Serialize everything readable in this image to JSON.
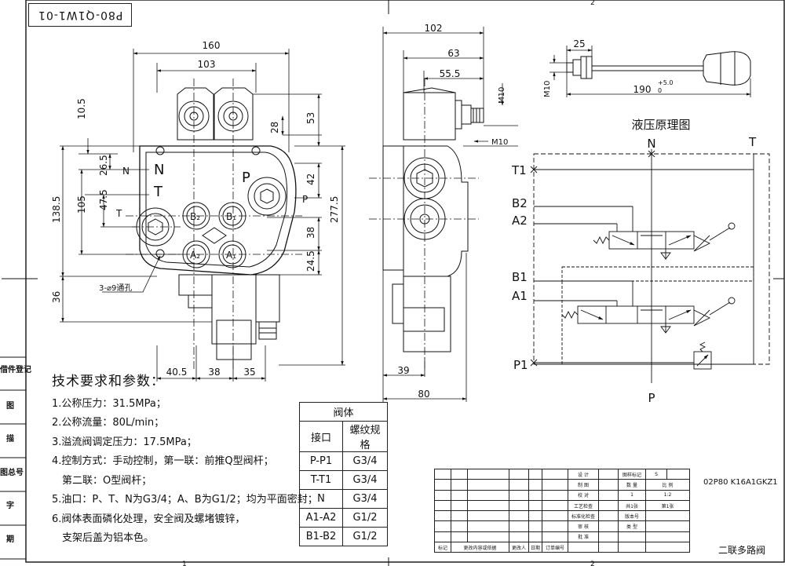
{
  "stamp": "P80-Q1W1-01",
  "front_view": {
    "dims": {
      "d160": "160",
      "d103": "103",
      "d10_5": "10.5",
      "d53": "53",
      "d28": "28",
      "d26_5": "26.5",
      "d42": "42",
      "d47_5": "47.5",
      "d105": "105",
      "d138_5": "138.5",
      "d277_5": "277.5",
      "d38": "38",
      "d24_5": "24.5",
      "d36": "36",
      "d40_5": "40.5",
      "d38b": "38",
      "d35": "35"
    },
    "ports": {
      "N": "N",
      "T": "T",
      "P": "P",
      "B2": "B₂",
      "B1": "B₁",
      "A2": "A₂",
      "A1": "A₁",
      "N_side": "N",
      "T_side": "T",
      "P_side": "P"
    },
    "holes_note": "3-⌀9通孔"
  },
  "side_view": {
    "dims": {
      "d102": "102",
      "d63": "63",
      "d55_5": "55.5",
      "m10a": "M10",
      "m10b": "M10",
      "d39": "39",
      "d80": "80"
    }
  },
  "handle": {
    "d25": "25",
    "m10": "M10",
    "d190": "190",
    "tol_up": "+5.0",
    "tol_dn": "0"
  },
  "schematic": {
    "title": "液压原理图",
    "labels": {
      "N": "N",
      "T": "T",
      "T1": "T1",
      "B2": "B2",
      "A2": "A2",
      "B1": "B1",
      "A1": "A1",
      "P1": "P1",
      "P": "P"
    }
  },
  "tech": {
    "heading": "技术要求和参数：",
    "items": [
      "1.公称压力：31.5MPa；",
      "2.公称流量：80L/min；",
      "3.溢流阀调定压力：17.5MPa；",
      "4.控制方式：手动控制，第一联：前推Q型阀杆；",
      "　第二联：O型阀杆；",
      "5.油口：P、T、N为G3/4；A、B为G1/2；均为平面密封；",
      "6.阀体表面磷化处理，安全阀及螺堵镀锌，",
      "　支架后盖为铝本色。"
    ]
  },
  "ports_table": {
    "title": "阀体",
    "col1": "接口",
    "col2": "螺纹规格",
    "rows": [
      [
        "P-P1",
        "G3/4"
      ],
      [
        "T-T1",
        "G3/4"
      ],
      [
        "N",
        "G3/4"
      ],
      [
        "A1-A2",
        "G1/2"
      ],
      [
        "B1-B2",
        "G1/2"
      ]
    ]
  },
  "title_block": {
    "r1": "设 计",
    "r2": "制 图",
    "r3": "校 对",
    "r4": "工艺检查",
    "r5": "标准化检查",
    "r6": "审 核",
    "r7": "批 准",
    "c_a": "图样标记",
    "c_s": "S",
    "c_qty": "数 量",
    "c_ratio": "比 例",
    "v_qty": "1",
    "v_ratio": "1:2",
    "c_total": "共1张",
    "c_sheet": "第1张",
    "c_sub": "版本号",
    "c_type": "类 型",
    "f1": "标记",
    "f2": "更改内容或依据",
    "f3": "更改人",
    "f4": "日期",
    "f5": "订单编号",
    "code": "02P80 K16A1GKZ1",
    "name": "二联多路阀"
  },
  "side_labels": [
    "借件登记",
    "图",
    "描",
    "图总号",
    "字",
    "期"
  ],
  "ruler": {
    "top_2": "2",
    "bot_1": "1",
    "bot_2": "2"
  }
}
